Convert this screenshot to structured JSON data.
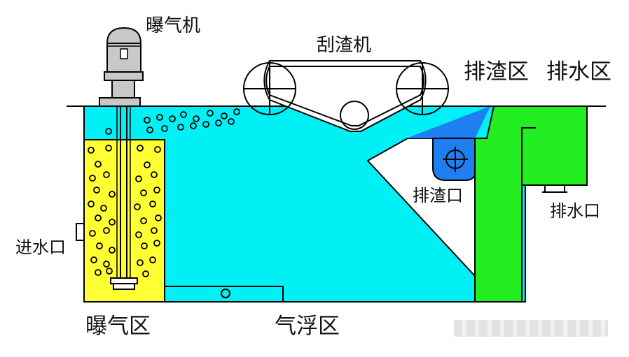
{
  "labels": {
    "aerator": "曝气机",
    "skimmer": "刮渣机",
    "sludge_zone": "排渣区",
    "drain_zone": "排水区",
    "sludge_outlet": "排渣口",
    "inlet": "进水口",
    "drain_outlet": "排水口",
    "aeration_zone": "曝气区",
    "flotation_zone": "气浮区"
  },
  "colors": {
    "water": "#00f0f5",
    "aeration_zone": "#ffff33",
    "sludge": "#1f7ff0",
    "drain_zone": "#22ee22",
    "motor": "#c8c8c8",
    "outline": "#000000"
  }
}
